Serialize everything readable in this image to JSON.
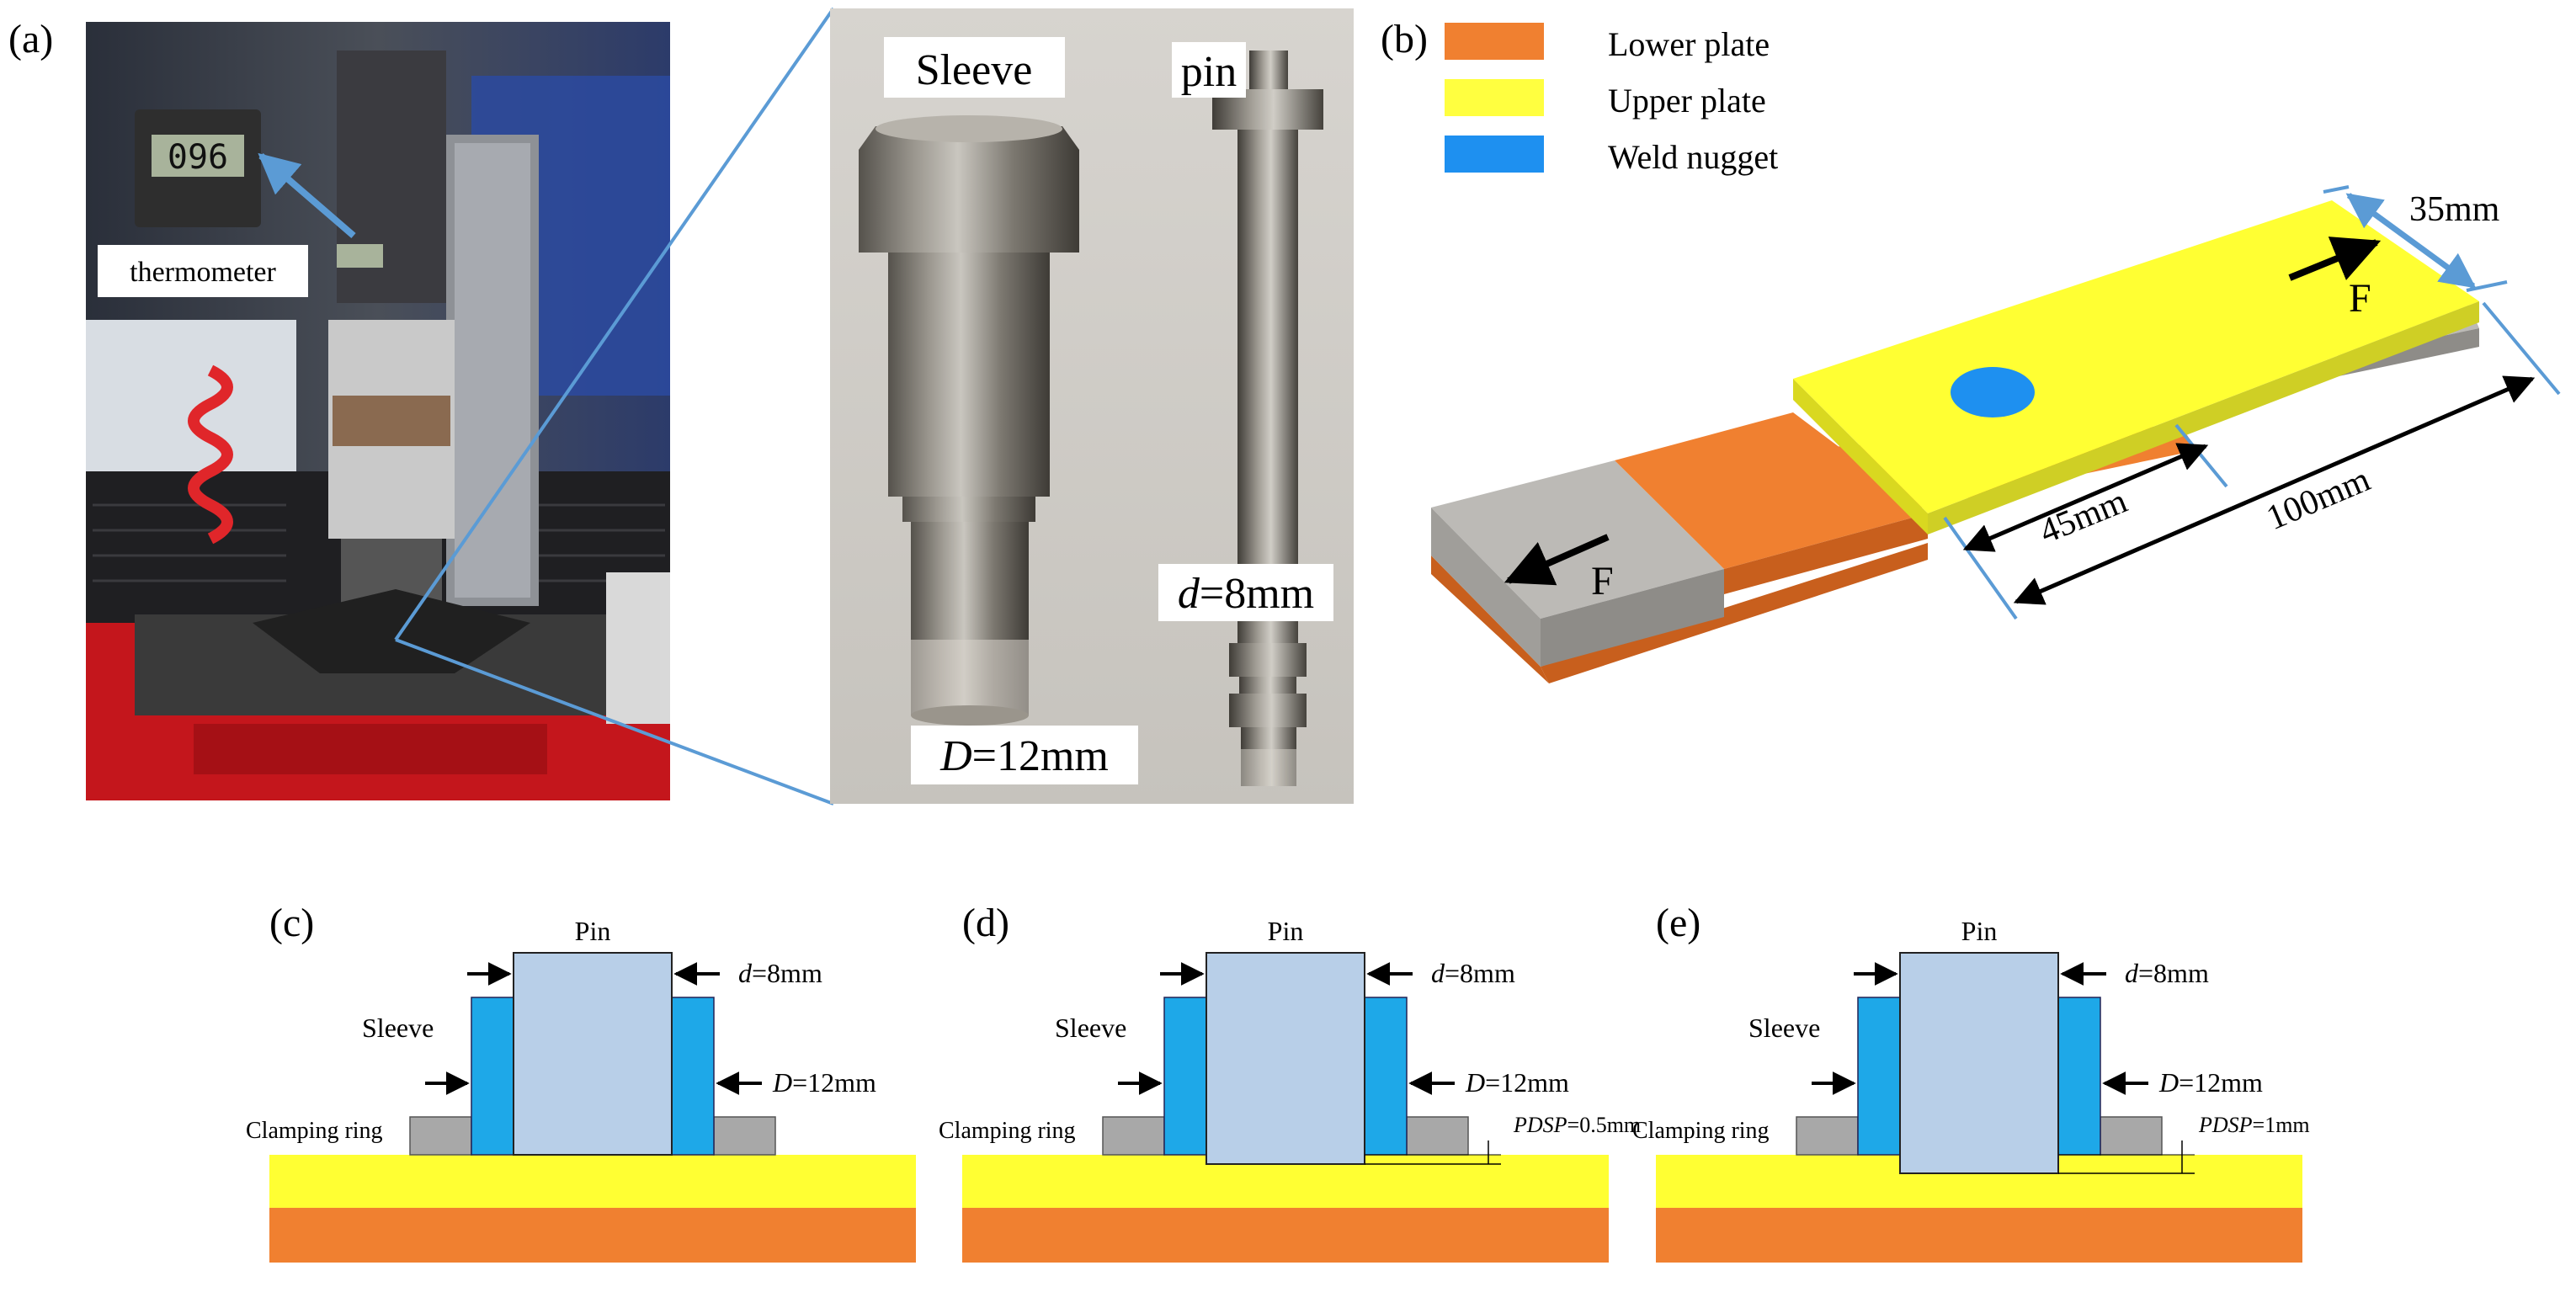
{
  "panel_a": {
    "label": "(a)",
    "thermometer_label": "thermometer",
    "display_reading": "096",
    "sleeve_label": "Sleeve",
    "pin_label": "pin",
    "d_var": "d",
    "d_value": "=8mm",
    "D_var": "D",
    "D_value": "=12mm"
  },
  "panel_b": {
    "label": "(b)",
    "legend": [
      {
        "label": "Lower plate",
        "color": "#f08030"
      },
      {
        "label": "Upper plate",
        "color": "#ffff40"
      },
      {
        "label": "Weld nugget",
        "color": "#1e90f0"
      }
    ],
    "width_dim": "35mm",
    "overlap_dim": "45mm",
    "length_dim": "100mm",
    "force_label": "F"
  },
  "schematics": [
    {
      "label": "(c)",
      "pin": "Pin",
      "sleeve": "Sleeve",
      "clamp": "Clamping ring",
      "d_var": "d",
      "d_value": "=8mm",
      "D_var": "D",
      "D_value": "=12mm",
      "pdsp_var": "",
      "pdsp_value": "",
      "plunge": 0
    },
    {
      "label": "(d)",
      "pin": "Pin",
      "sleeve": "Sleeve",
      "clamp": "Clamping ring",
      "d_var": "d",
      "d_value": "=8mm",
      "D_var": "D",
      "D_value": "=12mm",
      "pdsp_var": "PDSP",
      "pdsp_value": "=0.5mm",
      "plunge": 0.5
    },
    {
      "label": "(e)",
      "pin": "Pin",
      "sleeve": "Sleeve",
      "clamp": "Clamping ring",
      "d_var": "d",
      "d_value": "=8mm",
      "D_var": "D",
      "D_value": "=12mm",
      "pdsp_var": "PDSP",
      "pdsp_value": "=1mm",
      "plunge": 1
    }
  ],
  "colors": {
    "lower_plate": "#f08030",
    "upper_plate": "#ffff33",
    "weld_nugget": "#1e90f0",
    "pin": "#b8cfe8",
    "sleeve": "#1ea8e8",
    "clamp": "#a8a8a8",
    "clamp_block": "#b4b2ae",
    "dim_line": "#5b9bd5"
  }
}
